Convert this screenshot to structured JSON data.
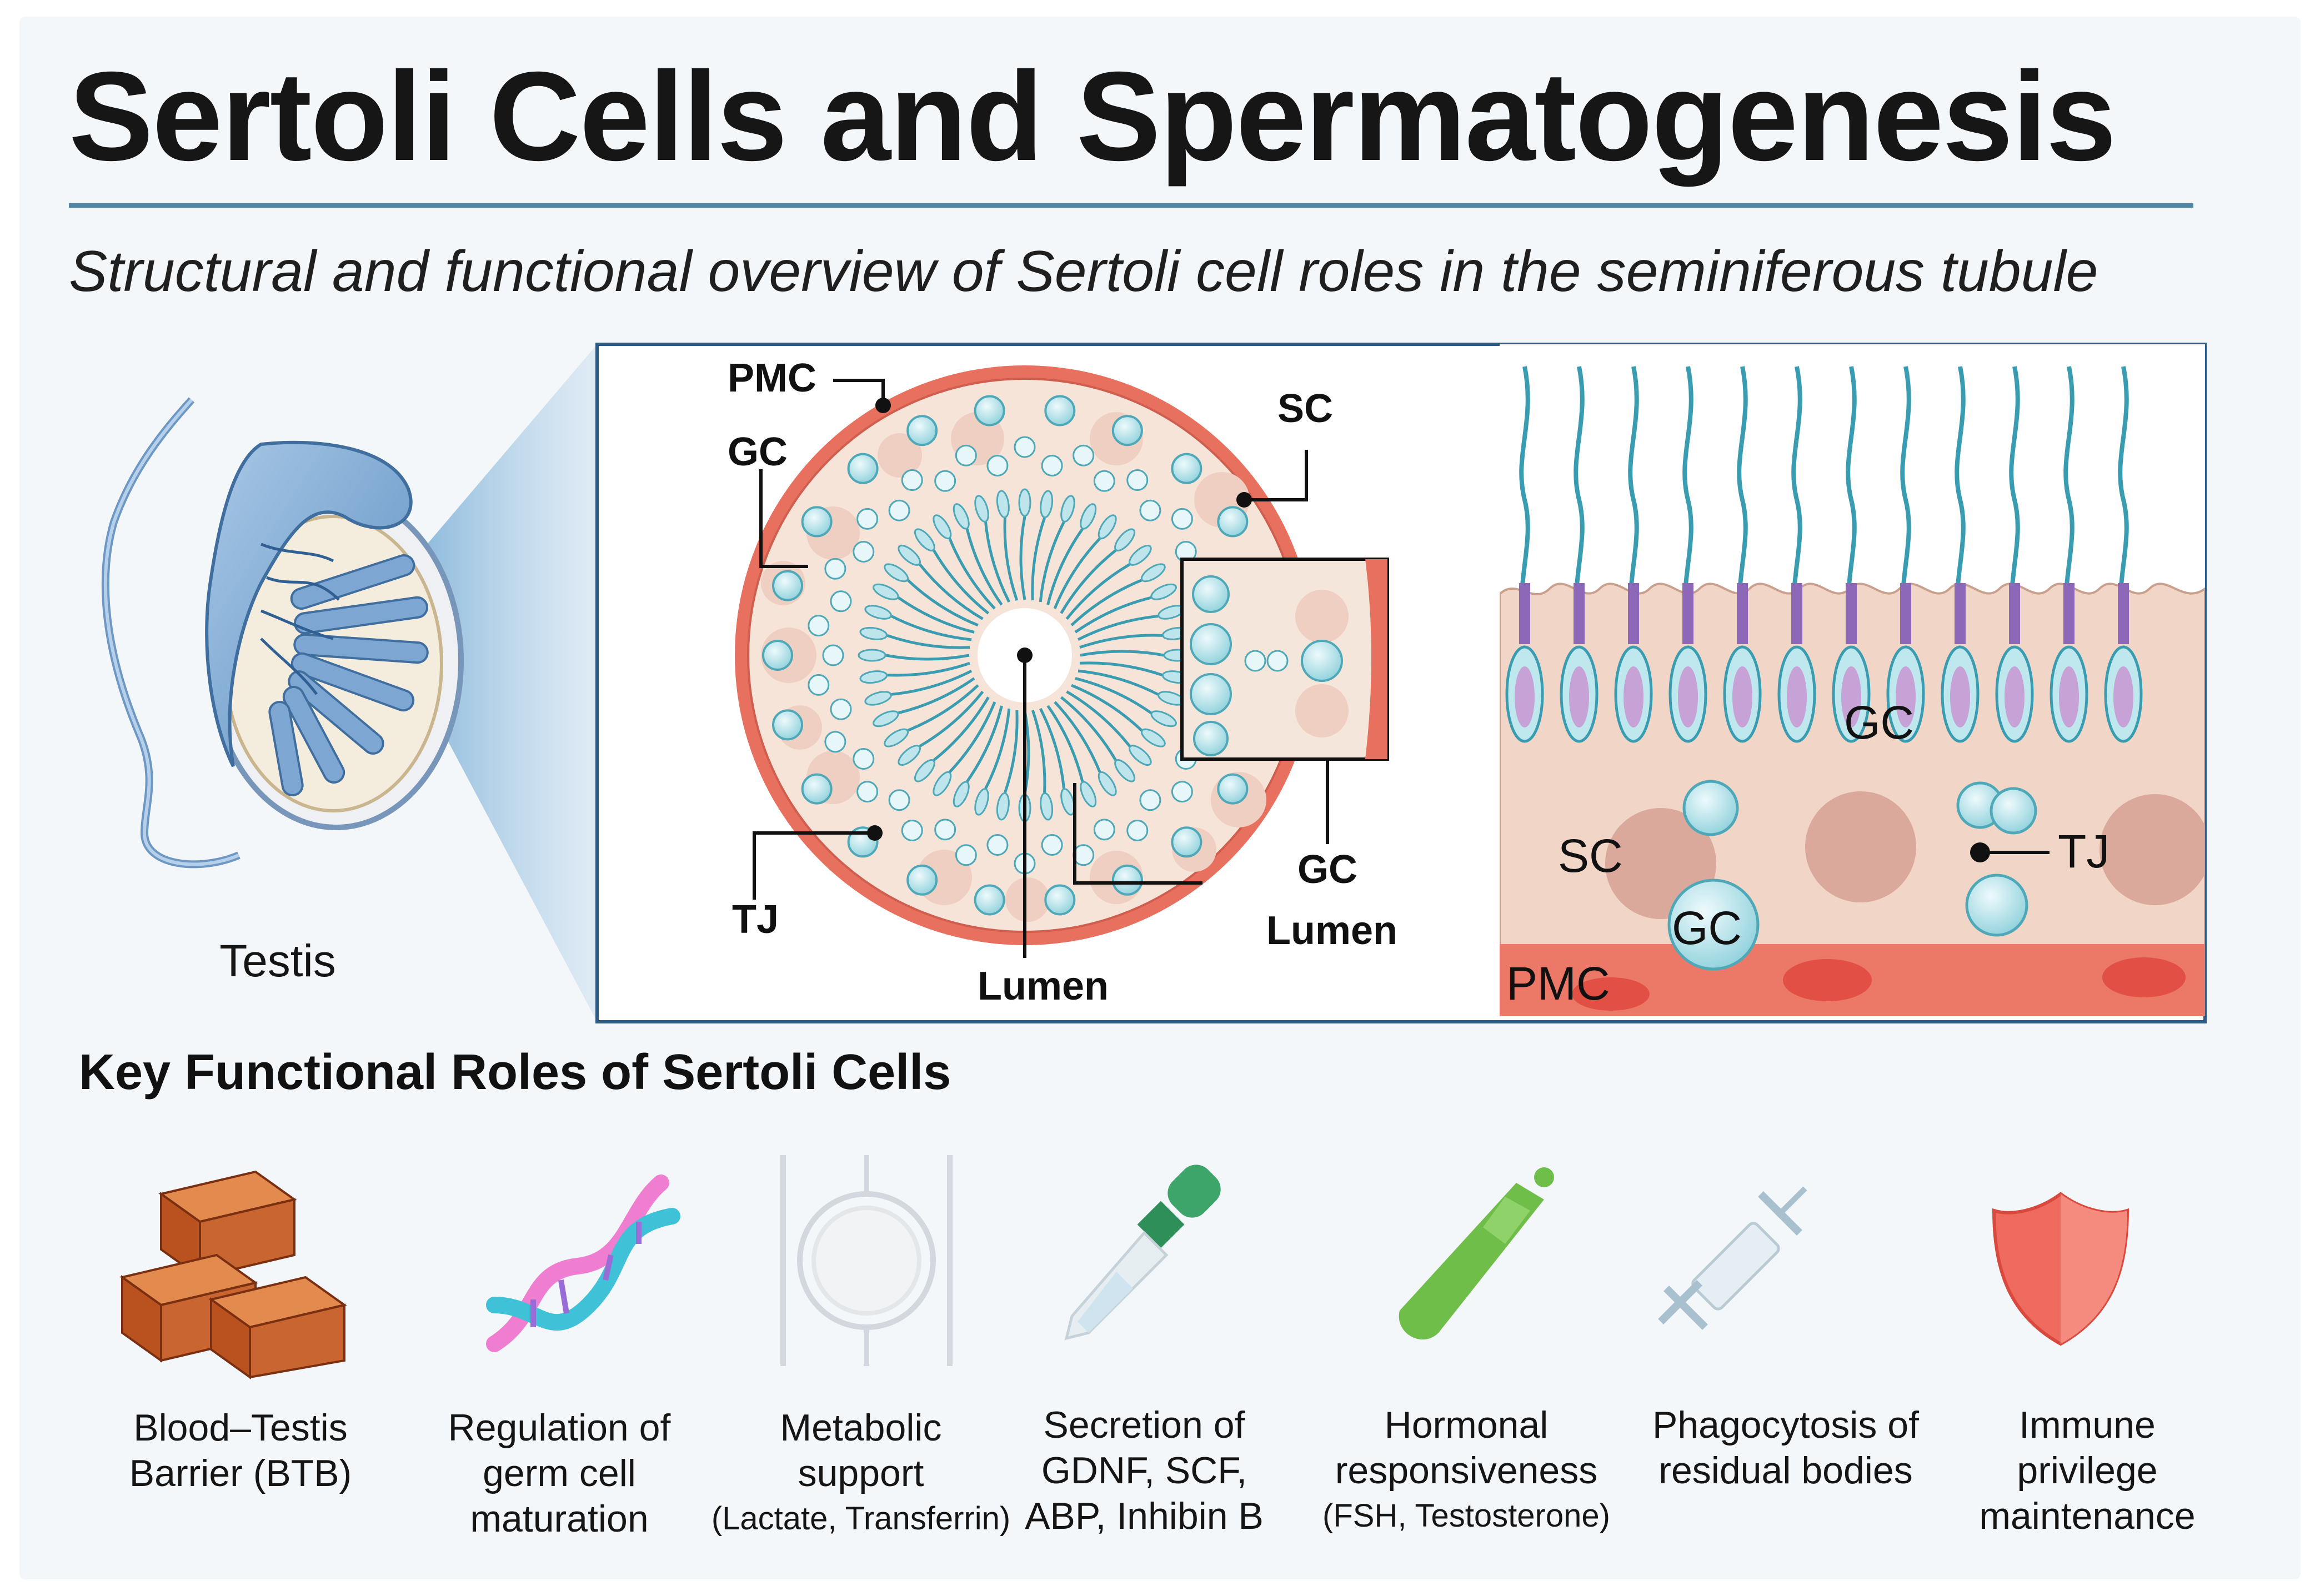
{
  "title": "Sertoli Cells and Spermatogenesis",
  "subtitle": "Structural and functional overview of Sertoli cell roles in the seminiferous tubule",
  "testis": {
    "label": "Testis"
  },
  "cross_section": {
    "labels": {
      "pmc": "PMC",
      "gc_top": "GC",
      "sc": "SC",
      "tj": "TJ",
      "lumen_center": "Lumen",
      "gc_right": "GC",
      "lumen_right": "Lumen"
    }
  },
  "detail": {
    "labels": {
      "gc_upper": "GC",
      "sc": "SC",
      "gc_lower": "GC",
      "tj": "TJ",
      "pmc": "PMC"
    }
  },
  "roles": {
    "heading": "Key Functional Roles of Sertoli Cells",
    "items": [
      {
        "icon": "brick-icon",
        "lines": [
          "Blood–Testis",
          "Barrier (BTB)"
        ]
      },
      {
        "icon": "dna-icon",
        "lines": [
          "Regulation of",
          "germ cell",
          "maturation"
        ]
      },
      {
        "icon": "petri-dish-icon",
        "lines": [
          "Metabolic",
          "support",
          "(Lactate, Transferrin)"
        ]
      },
      {
        "icon": "dropper-icon",
        "lines": [
          "Secretion of",
          "GDNF, SCF,",
          "ABP, Inhibin B"
        ]
      },
      {
        "icon": "vial-icon",
        "lines": [
          "Hormonal",
          "responsiveness",
          "(FSH, Testosterone)"
        ]
      },
      {
        "icon": "syringe-icon",
        "lines": [
          "Phagocytosis of",
          "residual bodies"
        ]
      },
      {
        "icon": "shield-icon",
        "lines": [
          "Immune",
          "privilege",
          "maintenance"
        ]
      }
    ]
  },
  "colors": {
    "accent": "#4e86a6",
    "pmc": "#e56b5d",
    "germ_cell": "#9fd9e2",
    "sertoli": "#e9bfae"
  }
}
